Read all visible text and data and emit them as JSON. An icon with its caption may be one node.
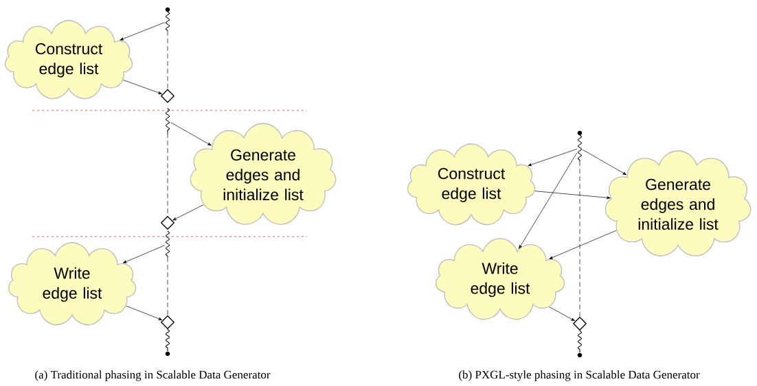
{
  "diagram": {
    "nodes": [
      {
        "text": [
          "Construct edge list"
        ]
      },
      {
        "text": [
          "Generate edges and initialize list"
        ]
      },
      {
        "text": [
          "Write edge list"
        ]
      },
      {
        "text": [],
        "shape": "wave"
      },
      {
        "text": [],
        "shape": "diamond"
      },
      {
        "text": [],
        "shape": "wave"
      },
      {
        "text": [],
        "shape": "diamond"
      },
      {
        "text": [],
        "shape": "wave"
      },
      {
        "text": [],
        "shape": "diamond"
      },
      {
        "text": [
          "Construct edge list"
        ]
      },
      {
        "text": [
          "Generate edges and initialize list"
        ]
      },
      {
        "text": [
          "Write edge list"
        ]
      },
      {
        "text": [],
        "shape": "wave"
      },
      {
        "text": [],
        "shape": "diamond"
      }
    ],
    "edges": [
      {
        "from": 3,
        "to": 0,
        "arrow": "to"
      },
      {
        "from": 0,
        "to": 4,
        "arrow": "to"
      },
      {
        "from": 5,
        "to": 1,
        "arrow": "to"
      },
      {
        "from": 1,
        "to": 6,
        "arrow": "to"
      },
      {
        "from": 7,
        "to": 2,
        "arrow": "to"
      },
      {
        "from": 2,
        "to": 8,
        "arrow": "to"
      },
      {
        "from": 3,
        "to": 4,
        "arrow": "none",
        "style": "dashed"
      },
      {
        "from": 5,
        "to": 6,
        "arrow": "none",
        "style": "dashed"
      },
      {
        "from": 7,
        "to": 8,
        "arrow": "none",
        "style": "dashed"
      },
      {
        "from": 12,
        "to": 9,
        "arrow": "to"
      },
      {
        "from": 12,
        "to": 10,
        "arrow": "to"
      },
      {
        "from": 12,
        "to": 11,
        "arrow": "to"
      },
      {
        "from": 9,
        "to": 10,
        "arrow": "to"
      },
      {
        "from": 10,
        "to": 11,
        "arrow": "to"
      },
      {
        "from": 11,
        "to": 13,
        "arrow": "to"
      },
      {
        "from": 12,
        "to": 13,
        "arrow": "none",
        "style": "dashed"
      }
    ],
    "labels": [
      "(a) Traditional phasing in Scalable Data Generator",
      "(b) PXGL-style phasing in Scalable Data Generator"
    ]
  }
}
